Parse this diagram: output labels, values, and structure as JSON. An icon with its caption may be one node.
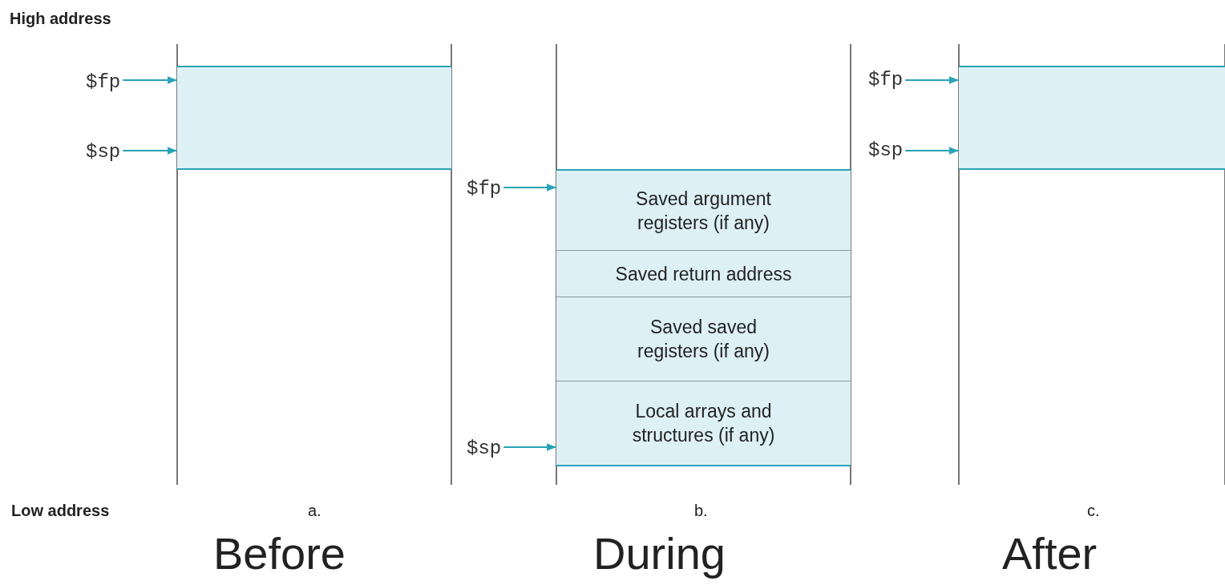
{
  "diagram": {
    "nodes": [
      {
        "text": [
          "$fp"
        ]
      },
      {
        "text": [
          "$sp"
        ]
      },
      {
        "text": [],
        "shape": "box"
      },
      {
        "text": [
          "$fp"
        ]
      },
      {
        "text": [
          "$sp"
        ]
      },
      {
        "text": [
          "Saved argument registers (if any)"
        ]
      },
      {
        "text": [
          "Saved return address"
        ]
      },
      {
        "text": [
          "Saved saved registers (if any)"
        ]
      },
      {
        "text": [
          "Local arrays and structures (if any)"
        ]
      },
      {
        "text": [
          "$fp"
        ]
      },
      {
        "text": [
          "$sp"
        ]
      },
      {
        "text": [],
        "shape": "box"
      }
    ],
    "edges": [
      {
        "from": 0,
        "to": 2,
        "arrow": "to"
      },
      {
        "from": 1,
        "to": 2,
        "arrow": "to"
      },
      {
        "from": 3,
        "to": 5,
        "arrow": "to"
      },
      {
        "from": 4,
        "to": 8,
        "arrow": "to"
      },
      {
        "from": 9,
        "to": 11,
        "arrow": "to"
      },
      {
        "from": 10,
        "to": 11,
        "arrow": "to"
      }
    ],
    "labels": [
      "High address",
      "Low address",
      "a.",
      "b.",
      "c.",
      "Before",
      "During",
      "After"
    ]
  }
}
